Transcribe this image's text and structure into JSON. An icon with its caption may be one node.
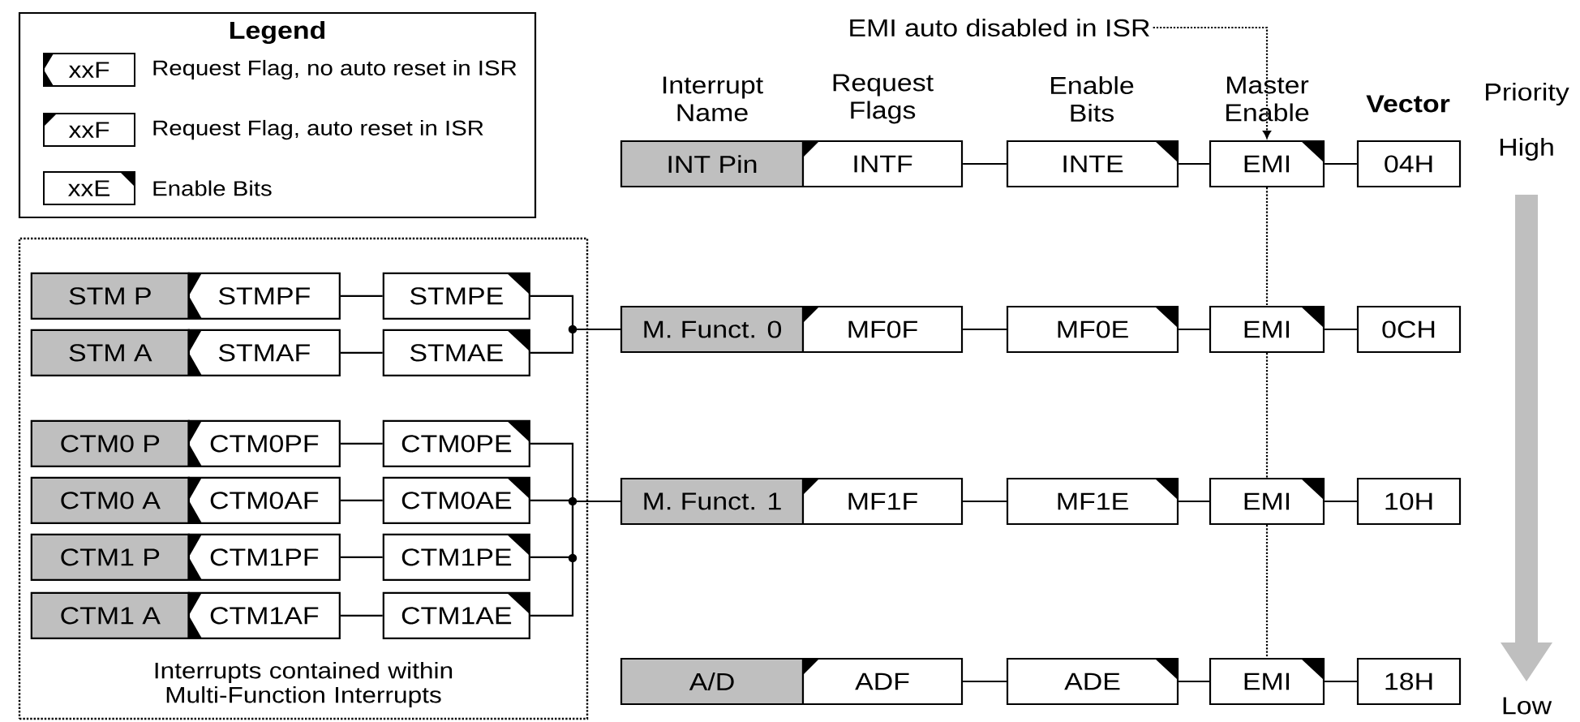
{
  "diagram": {
    "nodes": [
      {
        "text": [
          "EMI auto disabled in ISR"
        ]
      },
      {
        "text": [
          "INT Pin"
        ]
      },
      {
        "text": [
          "INTF"
        ]
      },
      {
        "text": [
          "INTE"
        ]
      },
      {
        "text": [
          "EMI"
        ]
      },
      {
        "text": [
          "04H"
        ]
      },
      {
        "text": [
          "Interrupts contained within Multi-Function Interrupts"
        ]
      },
      {
        "text": [
          "STM P"
        ],
        "in": 6
      },
      {
        "text": [
          "STMPF"
        ],
        "in": 6
      },
      {
        "text": [
          "STMPE"
        ],
        "in": 6
      },
      {
        "text": [
          "STM A"
        ],
        "in": 6
      },
      {
        "text": [
          "STMAF"
        ],
        "in": 6
      },
      {
        "text": [
          "STMAE"
        ],
        "in": 6
      },
      {
        "text": [
          "CTM0 P"
        ],
        "in": 6
      },
      {
        "text": [
          "CTM0PF"
        ],
        "in": 6
      },
      {
        "text": [
          "CTM0PE"
        ],
        "in": 6
      },
      {
        "text": [
          "CTM0 A"
        ],
        "in": 6
      },
      {
        "text": [
          "CTM0AF"
        ],
        "in": 6
      },
      {
        "text": [
          "CTM0AE"
        ],
        "in": 6
      },
      {
        "text": [
          "CTM1 P"
        ],
        "in": 6
      },
      {
        "text": [
          "CTM1PF"
        ],
        "in": 6
      },
      {
        "text": [
          "CTM1PE"
        ],
        "in": 6
      },
      {
        "text": [
          "CTM1 A"
        ],
        "in": 6
      },
      {
        "text": [
          "CTM1AF"
        ],
        "in": 6
      },
      {
        "text": [
          "CTM1AE"
        ],
        "in": 6
      },
      {
        "text": [
          "M. Funct. 0"
        ]
      },
      {
        "text": [
          "MF0F"
        ]
      },
      {
        "text": [
          "MF0E"
        ]
      },
      {
        "text": [
          "EMI"
        ]
      },
      {
        "text": [
          "0CH"
        ]
      },
      {
        "text": [
          "M. Funct. 1"
        ]
      },
      {
        "text": [
          "MF1F"
        ]
      },
      {
        "text": [
          "MF1E"
        ]
      },
      {
        "text": [
          "EMI"
        ]
      },
      {
        "text": [
          "10H"
        ]
      },
      {
        "text": [
          "A/D"
        ]
      },
      {
        "text": [
          "ADF"
        ]
      },
      {
        "text": [
          "ADE"
        ]
      },
      {
        "text": [
          "EMI"
        ]
      },
      {
        "text": [
          "18H"
        ]
      }
    ],
    "edges": [
      {
        "from": 0,
        "to": 4,
        "arrow": "to",
        "style": "dashed"
      },
      {
        "from": 2,
        "to": 3,
        "arrow": "none"
      },
      {
        "from": 3,
        "to": 4,
        "arrow": "none"
      },
      {
        "from": 4,
        "to": 5,
        "arrow": "none"
      },
      {
        "from": 8,
        "to": 9,
        "arrow": "none"
      },
      {
        "from": 11,
        "to": 12,
        "arrow": "none"
      },
      {
        "from": 14,
        "to": 15,
        "arrow": "none"
      },
      {
        "from": 17,
        "to": 18,
        "arrow": "none"
      },
      {
        "from": 20,
        "to": 21,
        "arrow": "none"
      },
      {
        "from": 23,
        "to": 24,
        "arrow": "none"
      },
      {
        "from": 9,
        "to": 25,
        "arrow": "none"
      },
      {
        "from": 12,
        "to": 25,
        "arrow": "none"
      },
      {
        "from": 15,
        "to": 30,
        "arrow": "none"
      },
      {
        "from": 18,
        "to": 30,
        "arrow": "none"
      },
      {
        "from": 21,
        "to": 30,
        "arrow": "none"
      },
      {
        "from": 24,
        "to": 30,
        "arrow": "none"
      },
      {
        "from": 26,
        "to": 27,
        "arrow": "none"
      },
      {
        "from": 27,
        "to": 28,
        "arrow": "none"
      },
      {
        "from": 28,
        "to": 29,
        "arrow": "none"
      },
      {
        "from": 31,
        "to": 32,
        "arrow": "none"
      },
      {
        "from": 32,
        "to": 33,
        "arrow": "none"
      },
      {
        "from": 33,
        "to": 34,
        "arrow": "none"
      },
      {
        "from": 36,
        "to": 37,
        "arrow": "none"
      },
      {
        "from": 37,
        "to": 38,
        "arrow": "none"
      },
      {
        "from": 38,
        "to": 39,
        "arrow": "none"
      },
      {
        "from": 4,
        "to": 28,
        "arrow": "none",
        "style": "dashed"
      },
      {
        "from": 28,
        "to": 33,
        "arrow": "none",
        "style": "dashed"
      },
      {
        "from": 33,
        "to": 38,
        "arrow": "none",
        "style": "dashed"
      }
    ],
    "labels": [
      "Legend",
      "xxF",
      "xxF",
      "xxE",
      "Interrupt Name",
      "Request Flags",
      "Enable Bits",
      "Master Enable",
      "Vector",
      "Priority",
      "High",
      "Low"
    ],
    "legend": [
      {
        "text": "Request Flag, no auto reset in ISR"
      },
      {
        "text": "Request Flag, auto reset in ISR"
      },
      {
        "text": "Enable Bits"
      }
    ]
  }
}
